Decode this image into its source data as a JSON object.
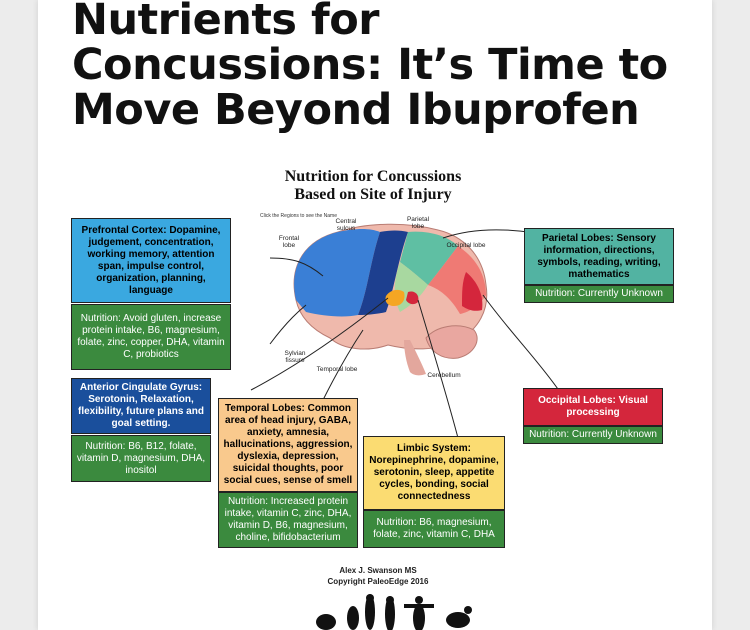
{
  "article": {
    "title": "Nutrients for Concussions: It’s Time to Move Beyond Ibuprofen"
  },
  "infographic": {
    "title_line1": "Nutrition for Concussions",
    "title_line2": "Based on Site of Injury",
    "brain_labels": {
      "central_sulcus": "Central sulcus",
      "parietal_lobe": "Parietal lobe",
      "frontal_lobe": "Frontal lobe",
      "occipital_lobe": "Occipital lobe",
      "sylvian_fissure": "Sylvian fissure",
      "temporal_lobe": "Temporal lobe",
      "cerebellum": "Cerebellum"
    },
    "regions": {
      "prefrontal": {
        "heading": "Prefrontal Cortex: Dopamine, judgement, concentration, working memory, attention span, impulse control, organization, planning, language",
        "nutrition": "Nutrition: Avoid gluten, increase protein intake, B6, magnesium, folate, zinc, copper, DHA, vitamin C, probiotics"
      },
      "anterior_cingulate": {
        "heading": "Anterior Cingulate Gyrus: Serotonin, Relaxation, flexibility, future plans and goal setting.",
        "nutrition": "Nutrition: B6, B12, folate, vitamin D, magnesium, DHA, inositol"
      },
      "temporal": {
        "heading": "Temporal Lobes: Common area of head injury, GABA, anxiety, amnesia, hallucinations, aggression, dyslexia, depression, suicidal thoughts, poor social cues, sense of smell",
        "nutrition": "Nutrition: Increased protein intake, vitamin C, zinc, DHA, vitamin D, B6, magnesium, choline, bifidobacterium"
      },
      "limbic": {
        "heading": "Limbic System: Norepinephrine, dopamine, serotonin, sleep, appetite cycles, bonding, social connectedness",
        "nutrition": "Nutrition: B6, magnesium, folate, zinc, vitamin C, DHA"
      },
      "parietal": {
        "heading": "Parietal Lobes: Sensory information, directions, symbols, reading, writing, mathematics",
        "nutrition": "Nutrition: Currently Unknown"
      },
      "occipital": {
        "heading": "Occipital Lobes: Visual processing",
        "nutrition": "Nutrition: Currently Unknown"
      }
    },
    "credit_author": "Alex J. Swanson MS",
    "credit_copyright": "Copyright PaleoEdge 2016"
  },
  "colors": {
    "prefrontal": "#3aa8e0",
    "anterior_cingulate": "#1a4f9c",
    "temporal": "#f9c98d",
    "limbic": "#fbdc72",
    "parietal": "#52b3a2",
    "occipital": "#d4263c",
    "nutrition": "#3b8a3e"
  }
}
